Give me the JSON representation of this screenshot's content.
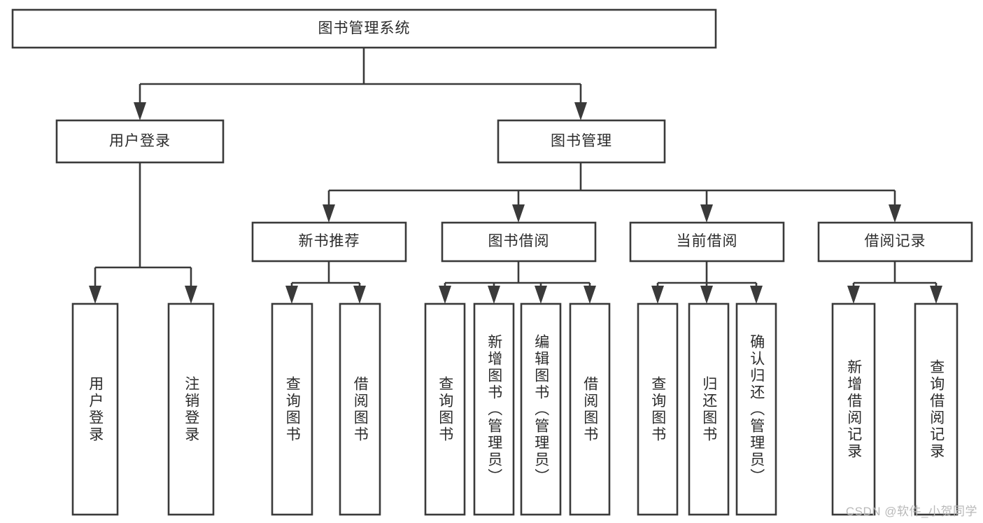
{
  "diagram": {
    "type": "tree-hierarchy-chart",
    "title": "图书管理系统",
    "watermark": "CSDN @软件_小贺同学",
    "style": {
      "background": "#ffffff",
      "box_fill": "#ffffff",
      "box_stroke": "#3a3a3a",
      "text_color": "#2b2b2b",
      "watermark_color": "#b9b9b9"
    },
    "nodes": {
      "root": {
        "label": "图书管理系统",
        "level": 0,
        "orientation": "horizontal"
      },
      "l1": [
        {
          "id": "user-login",
          "label": "用户登录",
          "orientation": "horizontal"
        },
        {
          "id": "book-manage",
          "label": "图书管理",
          "orientation": "horizontal"
        }
      ],
      "l2": [
        {
          "id": "new-book-recommend",
          "label": "新书推荐",
          "orientation": "horizontal",
          "parent": "book-manage"
        },
        {
          "id": "book-borrow",
          "label": "图书借阅",
          "orientation": "horizontal",
          "parent": "book-manage"
        },
        {
          "id": "current-borrow",
          "label": "当前借阅",
          "orientation": "horizontal",
          "parent": "book-manage"
        },
        {
          "id": "borrow-record",
          "label": "借阅记录",
          "orientation": "horizontal",
          "parent": "book-manage"
        }
      ],
      "leaves": {
        "user-login": [
          {
            "id": "leaf-user-login",
            "label": "用户登录"
          },
          {
            "id": "leaf-user-logout",
            "label": "注销登录"
          }
        ],
        "new-book-recommend": [
          {
            "id": "leaf-query-book-1",
            "label": "查询图书"
          },
          {
            "id": "leaf-borrow-book-1",
            "label": "借阅图书"
          }
        ],
        "book-borrow": [
          {
            "id": "leaf-query-book-2",
            "label": "查询图书"
          },
          {
            "id": "leaf-add-book",
            "label": "新增图书（管理员）"
          },
          {
            "id": "leaf-edit-book",
            "label": "编辑图书（管理员）"
          },
          {
            "id": "leaf-borrow-book-2",
            "label": "借阅图书"
          }
        ],
        "current-borrow": [
          {
            "id": "leaf-query-book-3",
            "label": "查询图书"
          },
          {
            "id": "leaf-return-book",
            "label": "归还图书"
          },
          {
            "id": "leaf-confirm-return",
            "label": "确认归还（管理员）"
          }
        ],
        "borrow-record": [
          {
            "id": "leaf-add-record",
            "label": "新增借阅记录"
          },
          {
            "id": "leaf-query-record",
            "label": "查询借阅记录"
          }
        ]
      }
    }
  }
}
